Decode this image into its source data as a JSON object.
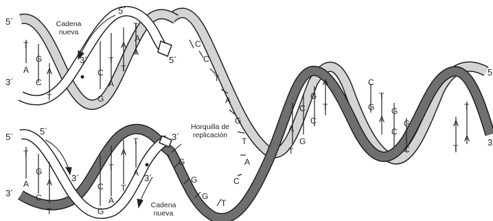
{
  "labels": {
    "top_5_left": "5´",
    "top_3_left": "3´",
    "top_5_arrow": "5´",
    "top_3_arrow": "3´",
    "top_5_end": "5´",
    "right_5": "5",
    "right_3": "3",
    "bottom_5_left": "5´",
    "bottom_3_left": "3´",
    "bottom_5_arrow": "5´",
    "bottom_3_arrow": "3´",
    "bottom_3_near_fork": "3´",
    "bottom_3_arrow_right": "3´",
    "cadena_nueva_top": [
      "Cadena",
      "nueva"
    ],
    "cadena_nueva_bottom": [
      "Cadena",
      "nueva"
    ],
    "horquilla": [
      "Horquilla de",
      "replicación"
    ]
  },
  "bases": {
    "top_left_pairs": [
      {
        "top": "T",
        "bottom": "A"
      },
      {
        "top": "G",
        "bottom": "C"
      },
      {
        "top": "A",
        "bottom": "T"
      }
    ],
    "top_mid_pairs": [
      {
        "top": "C",
        "bottom": "G"
      },
      {
        "top": "T",
        "bottom": "A"
      },
      {
        "top": "A",
        "bottom": "T"
      },
      {
        "top": "T",
        "bottom": "A"
      },
      {
        "top": "A",
        "bottom": ""
      }
    ],
    "unpaired_top": [
      "C",
      "C",
      "T",
      "A",
      "G",
      "T",
      "A",
      "C"
    ],
    "unpaired_bottom": [
      "G",
      "G",
      "G",
      "T"
    ],
    "right_pairs": [
      {
        "top": "A",
        "bottom": "T"
      },
      {
        "top": "C",
        "bottom": "G"
      },
      {
        "top": "G",
        "bottom": "C"
      },
      {
        "top": "A",
        "bottom": "T"
      },
      {
        "top": "C",
        "bottom": "G"
      },
      {
        "top": "T",
        "bottom": "A"
      },
      {
        "top": "G",
        "bottom": "C"
      },
      {
        "top": "G",
        "bottom": "C"
      },
      {
        "top": "A",
        "bottom": "T"
      },
      {
        "top": "T",
        "bottom": "A"
      }
    ],
    "bottom_left_pairs": [
      {
        "top": "T",
        "bottom": "A"
      },
      {
        "top": "G",
        "bottom": "C"
      },
      {
        "top": "A",
        "bottom": "T"
      }
    ],
    "bottom_mid_pairs": [
      {
        "top": "C",
        "bottom": "G"
      },
      {
        "top": "T",
        "bottom": "A"
      },
      {
        "top": "A",
        "bottom": "T"
      },
      {
        "top": "T",
        "bottom": "A"
      }
    ]
  },
  "colors": {
    "dark_strand": "#6f6f6f",
    "light_strand": "#d4d4d4",
    "new_strand": "#ffffff",
    "outline": "#1f1f1f"
  }
}
